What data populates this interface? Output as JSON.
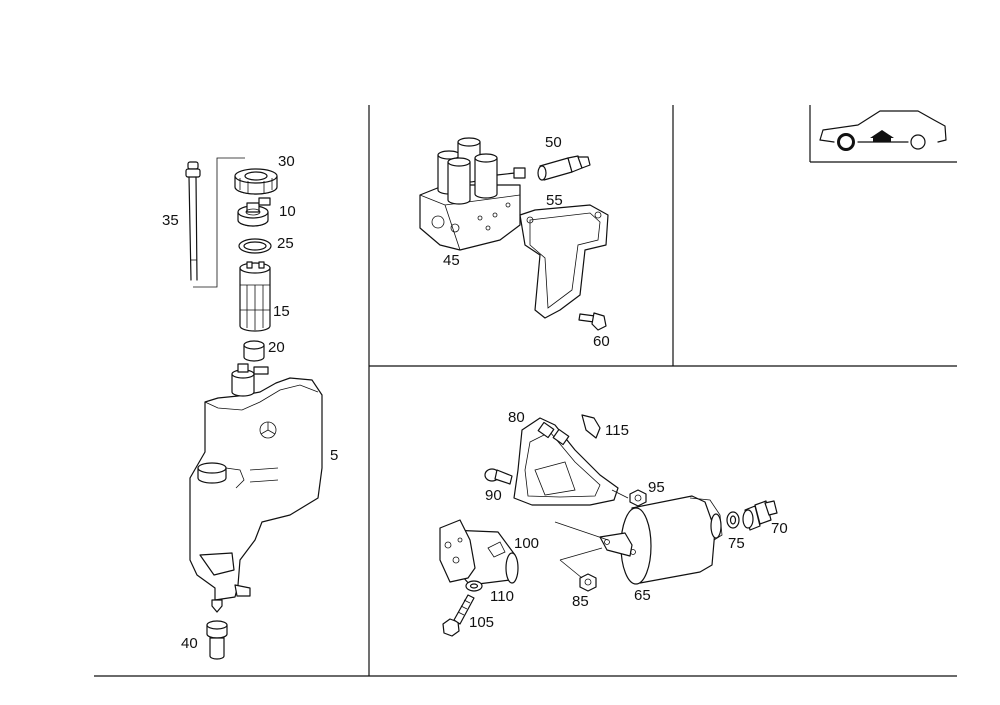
{
  "labels": {
    "p5": "5",
    "p10": "10",
    "p15": "15",
    "p20": "20",
    "p25": "25",
    "p30": "30",
    "p35": "35",
    "p40": "40",
    "p45": "45",
    "p50": "50",
    "p55": "55",
    "p60": "60",
    "p65": "65",
    "p70": "70",
    "p75": "75",
    "p80": "80",
    "p85": "85",
    "p90": "90",
    "p95": "95",
    "p100": "100",
    "p105": "105",
    "p110": "110",
    "p115": "115"
  },
  "icons": {
    "vehicle": "car-front-axle-icon",
    "star": "mercedes-star-icon"
  }
}
